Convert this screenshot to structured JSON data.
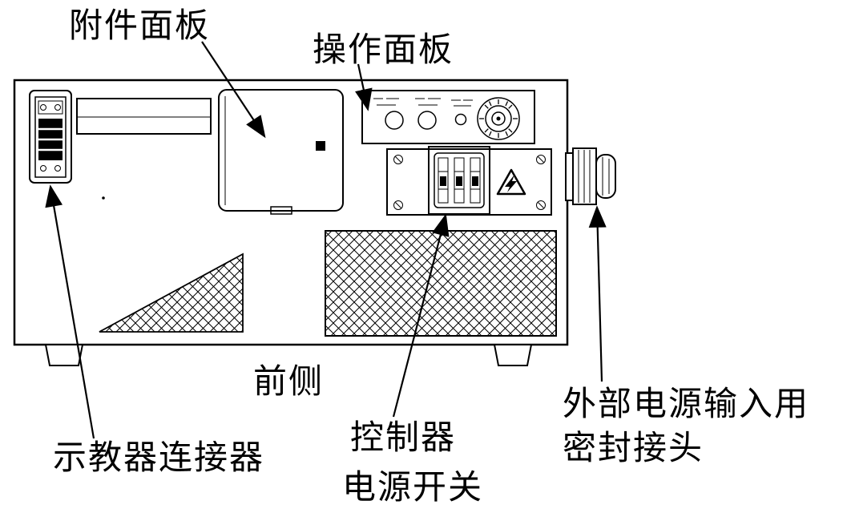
{
  "diagram": {
    "type": "technical-line-drawing",
    "labels": {
      "accessory_panel": "附件面板",
      "operation_panel": "操作面板",
      "teach_pendant_connector": "示教器连接器",
      "front_side": "前侧",
      "power_switch_line1": "控制器",
      "power_switch_line2": "电源开关",
      "external_power_line1": "外部电源输入用",
      "external_power_line2": "密封接头"
    },
    "colors": {
      "line": "#000000",
      "background": "#ffffff"
    }
  }
}
